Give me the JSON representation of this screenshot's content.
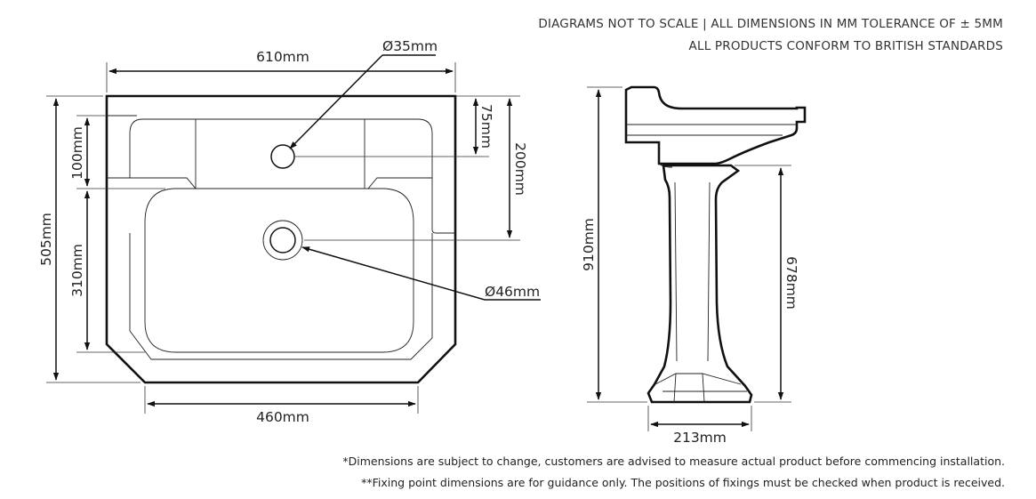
{
  "header": {
    "line1": "DIAGRAMS NOT TO SCALE | ALL DIMENSIONS IN MM TOLERANCE OF ± 5MM",
    "line2": "ALL PRODUCTS CONFORM TO BRITISH STANDARDS"
  },
  "dimensions": {
    "top_width": "610mm",
    "tap_hole": "Ø35mm",
    "waste_hole": "Ø46mm",
    "bottom_width": "460mm",
    "overall_depth": "505mm",
    "tap_to_edge": "100mm",
    "bowl_depth": "310mm",
    "rear_to_tap": "75mm",
    "rear_to_waste": "200mm",
    "total_height": "910mm",
    "pedestal_height": "678mm",
    "pedestal_base_width": "213mm"
  },
  "notes": {
    "note1": "*Dimensions are subject to change, customers are advised to measure actual product before commencing installation.",
    "note2": "**Fixing point dimensions are for guidance only. The positions of fixings must be checked when product is received."
  }
}
